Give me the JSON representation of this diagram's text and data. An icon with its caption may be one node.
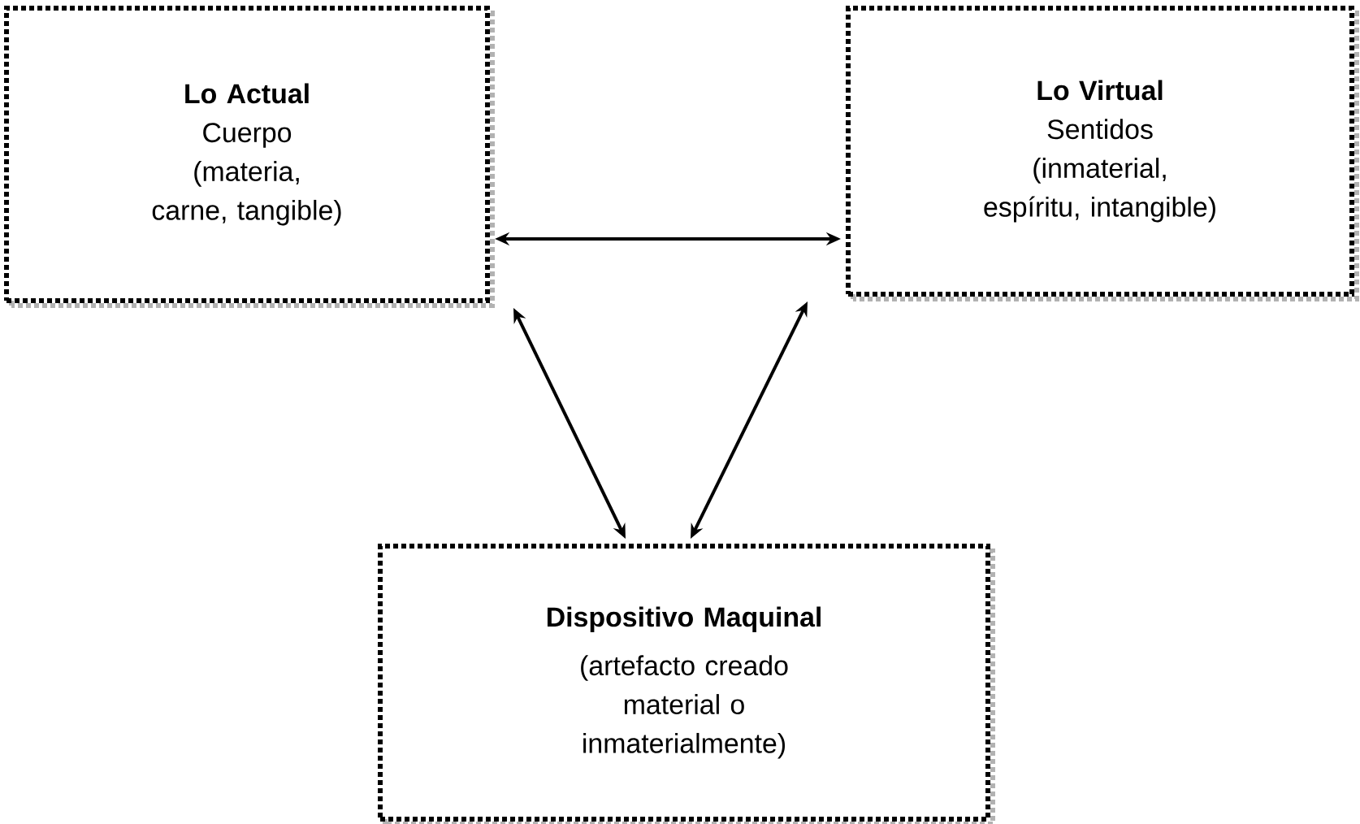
{
  "diagram": {
    "nodes": [
      {
        "text": [
          "Lo Actual",
          "Cuerpo",
          "(materia, carne, tangible)"
        ]
      },
      {
        "text": [
          "Lo Virtual",
          "Sentidos",
          "(inmaterial, espíritu, intangible)"
        ]
      },
      {
        "text": [
          "Dispositivo Maquinal",
          "(artefacto creado material o inmaterialmente)"
        ]
      }
    ],
    "edges": [
      {
        "from": 0,
        "to": 1,
        "arrow": "both"
      },
      {
        "from": 0,
        "to": 2,
        "arrow": "both"
      },
      {
        "from": 1,
        "to": 2,
        "arrow": "both"
      }
    ]
  }
}
